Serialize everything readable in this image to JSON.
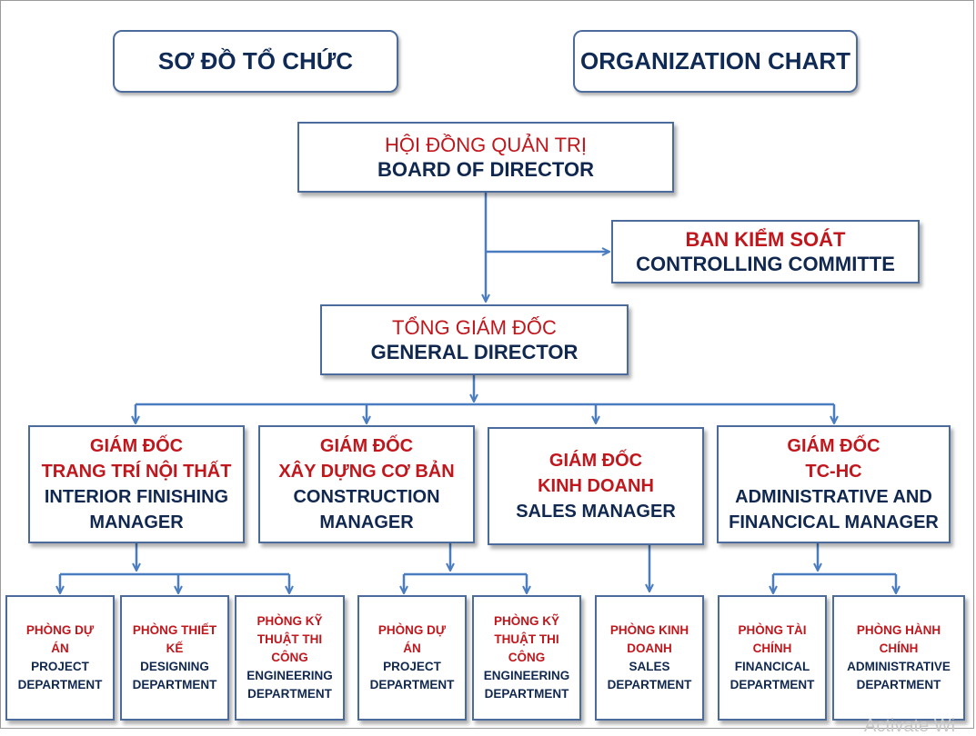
{
  "header": {
    "title_vi": "SƠ ĐỒ TỔ CHỨC",
    "title_en": "ORGANIZATION CHART"
  },
  "board": {
    "vi": "HỘI ĐỒNG QUẢN TRỊ",
    "en": "BOARD OF DIRECTOR"
  },
  "controlling": {
    "vi": "BAN KIỂM SOÁT",
    "en": "CONTROLLING COMMITTE"
  },
  "general_director": {
    "vi": "TỔNG GIÁM ĐỐC",
    "en": "GENERAL DIRECTOR"
  },
  "managers": [
    {
      "vi1": "GIÁM ĐỐC",
      "vi2": "TRANG TRÍ NỘI THẤT",
      "en1": "INTERIOR FINISHING",
      "en2": "MANAGER"
    },
    {
      "vi1": "GIÁM ĐỐC",
      "vi2": "XÂY DỰNG CƠ BẢN",
      "en1": "CONSTRUCTION",
      "en2": "MANAGER"
    },
    {
      "vi1": "GIÁM ĐỐC",
      "vi2": "KINH DOANH",
      "en1": "SALES MANAGER"
    },
    {
      "vi1": "GIÁM ĐỐC",
      "vi2": "TC-HC",
      "en1": "ADMINISTRATIVE AND",
      "en2": "FINANCICAL MANAGER"
    }
  ],
  "departments": [
    {
      "vi1": "PHÒNG DỰ",
      "vi2": "ÁN",
      "en1": "PROJECT",
      "en2": "DEPARTMENT"
    },
    {
      "vi1": "PHÒNG THIẾT",
      "vi2": "KẾ",
      "en1": "DESIGNING",
      "en2": "DEPARTMENT"
    },
    {
      "vi1": "PHÒNG KỸ",
      "vi2": "THUẬT THI",
      "vi3": "CÔNG",
      "en1": "ENGINEERING",
      "en2": "DEPARTMENT"
    },
    {
      "vi1": "PHÒNG DỰ",
      "vi2": "ÁN",
      "en1": "PROJECT",
      "en2": "DEPARTMENT"
    },
    {
      "vi1": "PHÒNG KỸ",
      "vi2": "THUẬT THI",
      "vi3": "CÔNG",
      "en1": "ENGINEERING",
      "en2": "DEPARTMENT"
    },
    {
      "vi1": "PHÒNG KINH",
      "vi2": "DOANH",
      "en1": "SALES",
      "en2": "DEPARTMENT"
    },
    {
      "vi1": "PHÒNG TÀI",
      "vi2": "CHÍNH",
      "en1": "FINANCICAL",
      "en2": "DEPARTMENT"
    },
    {
      "vi1": "PHÒNG HÀNH",
      "vi2": "CHÍNH",
      "en1": "ADMINISTRATIVE",
      "en2": "DEPARTMENT"
    }
  ],
  "watermark": "Activate Wi",
  "colors": {
    "line": "#4a7cc0",
    "border": "#4a6b9c",
    "red": "#c0171d",
    "navy": "#10284f"
  }
}
